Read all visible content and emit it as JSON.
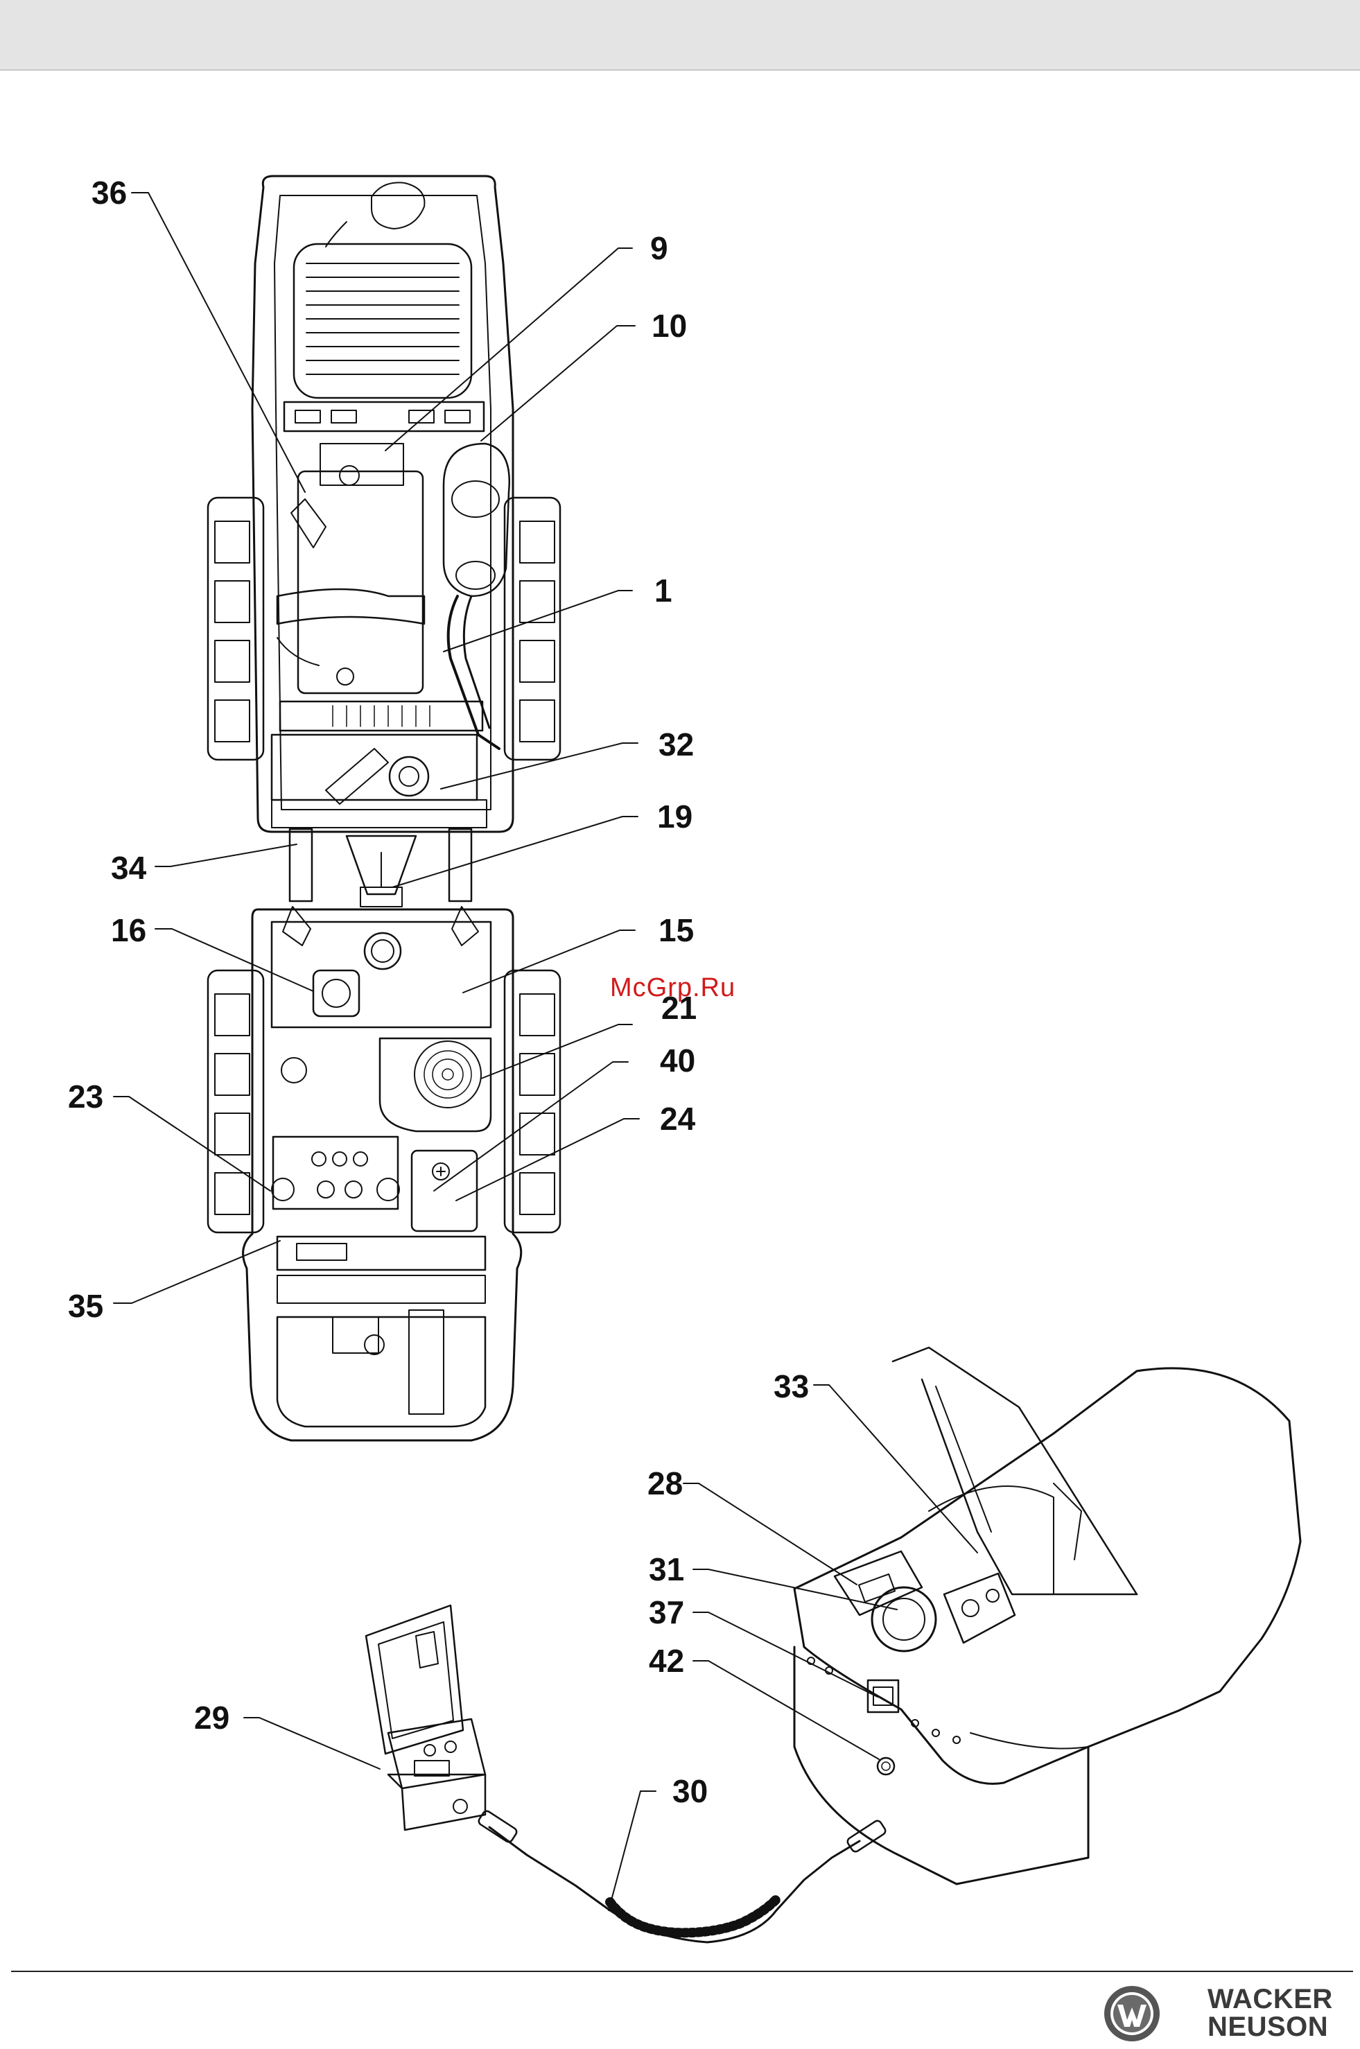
{
  "watermark": "McGrp.Ru",
  "brand": {
    "line1": "WACKER",
    "line2": "NEUSON"
  },
  "callouts": {
    "c36": "36",
    "c9": "9",
    "c10": "10",
    "c1": "1",
    "c32": "32",
    "c19": "19",
    "c34": "34",
    "c16": "16",
    "c15": "15",
    "c21": "21",
    "c40": "40",
    "c24": "24",
    "c23": "23",
    "c35": "35",
    "c33": "33",
    "c28": "28",
    "c31": "31",
    "c37": "37",
    "c42": "42",
    "c29": "29",
    "c30": "30"
  },
  "colors": {
    "line": "#111111",
    "watermark": "#d11a1a",
    "logo": "#555555"
  }
}
